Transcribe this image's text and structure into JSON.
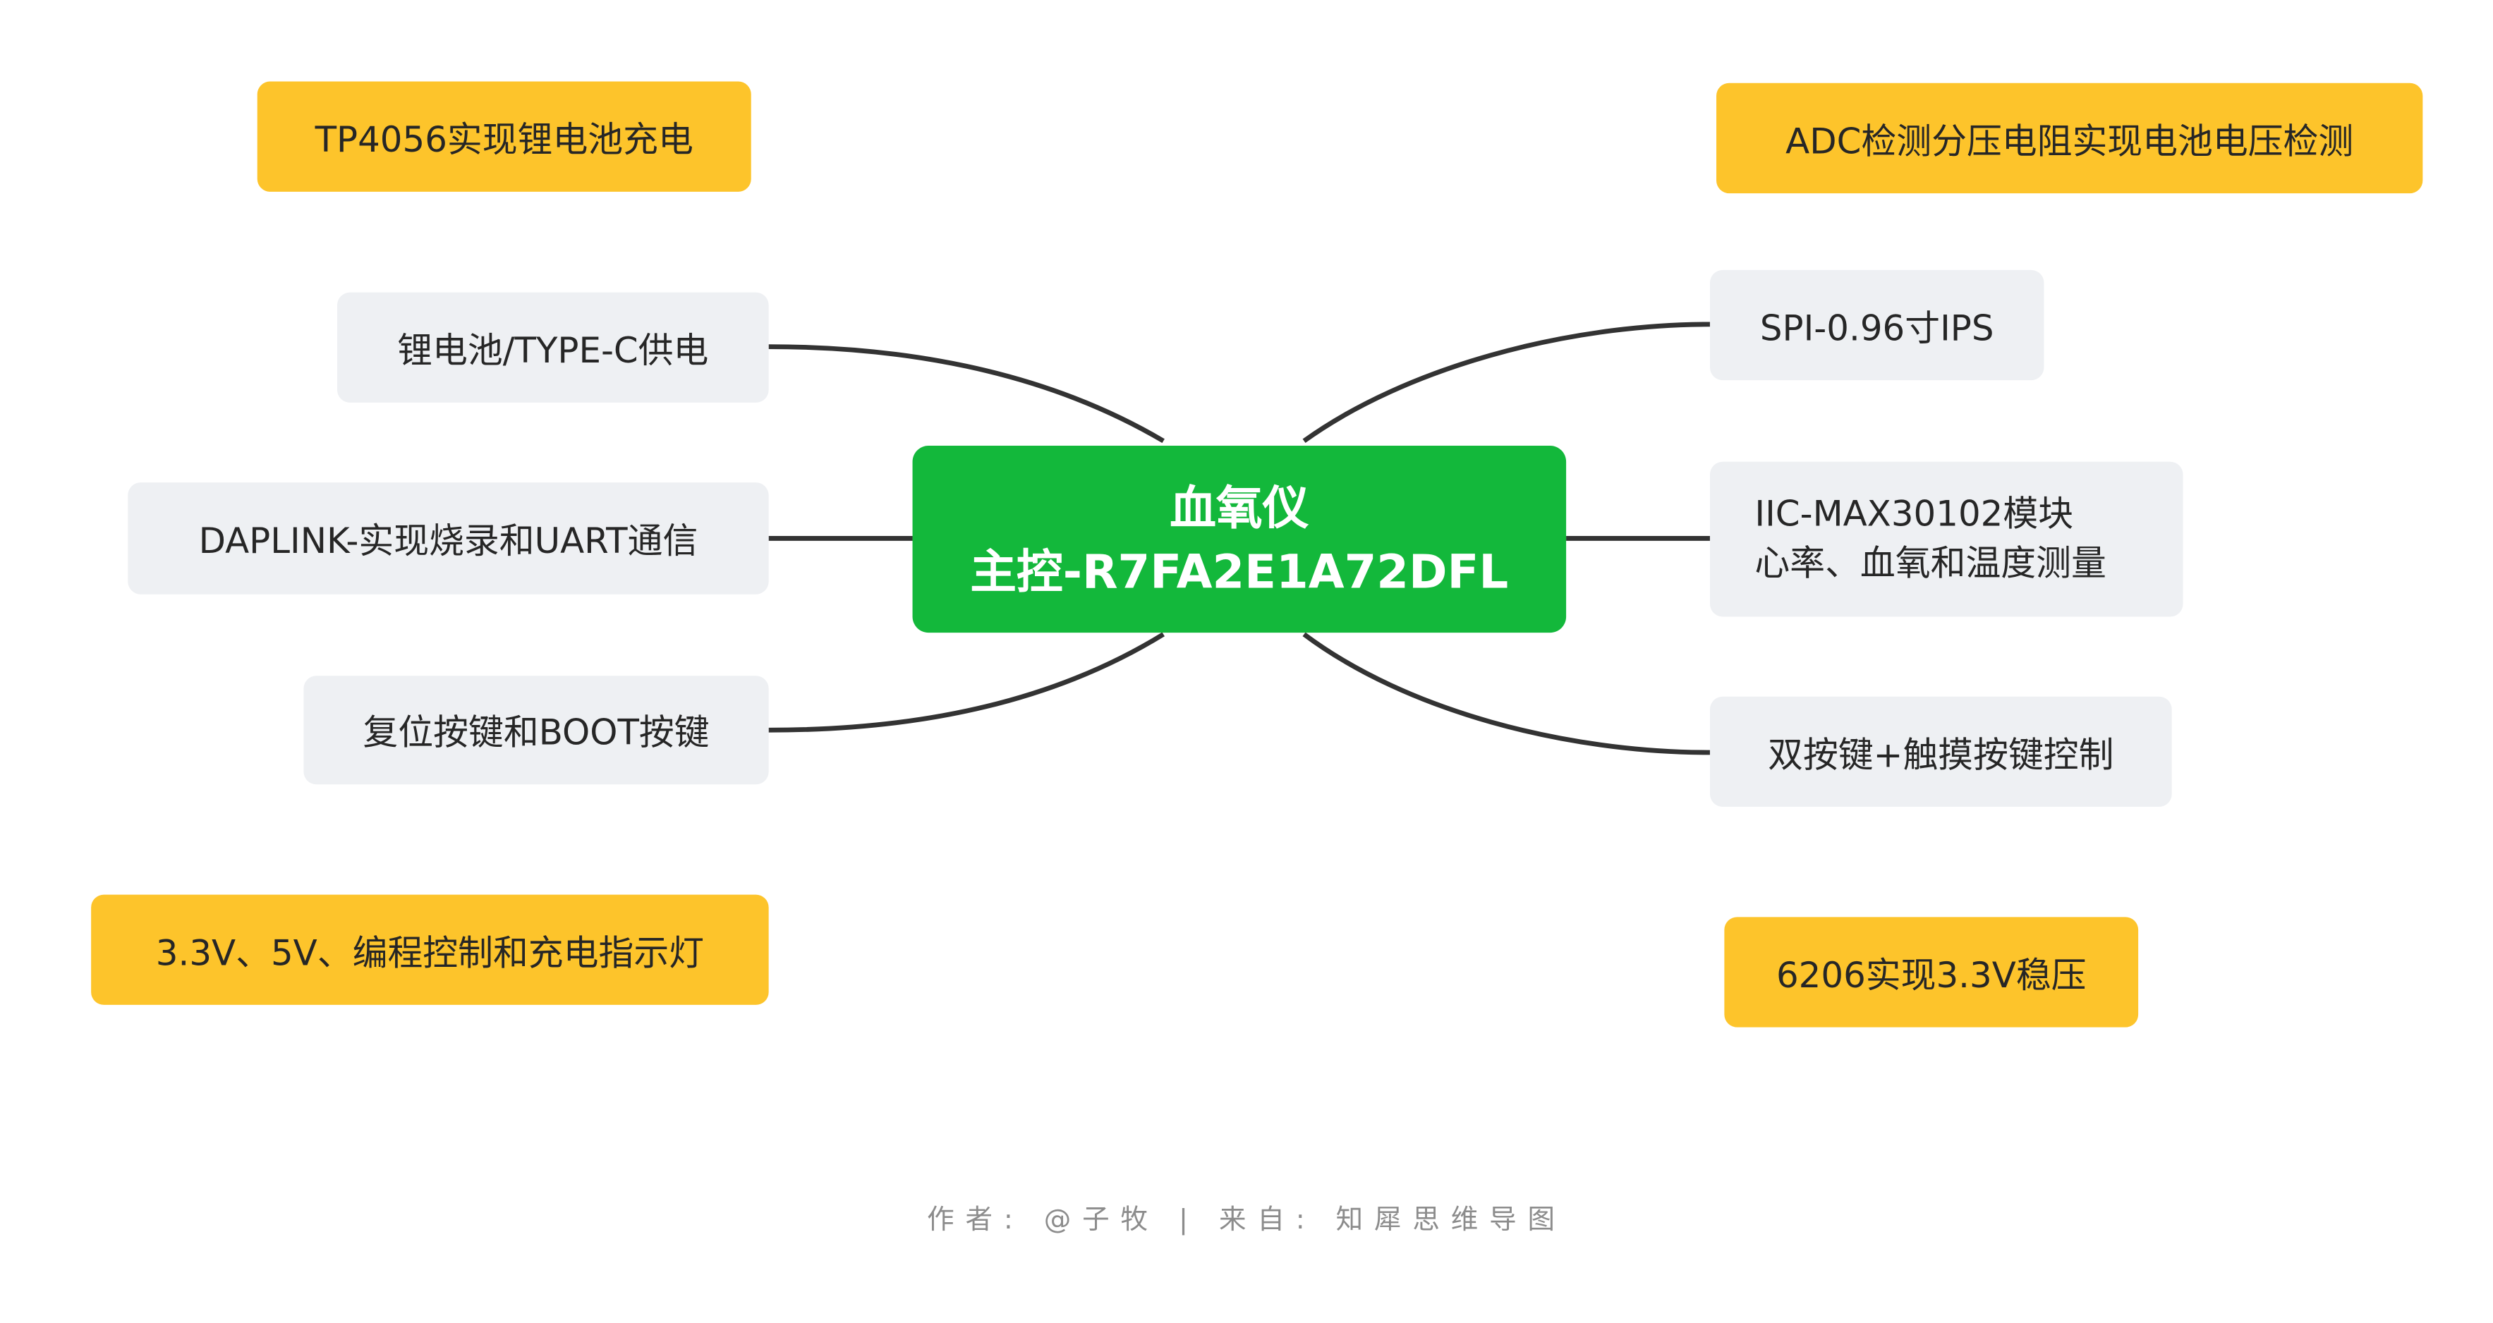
{
  "center": {
    "line1": "血氧仪",
    "line2": "主控-R7FA2E1A72DFL"
  },
  "left_nodes": {
    "charge": "TP4056实现锂电池充电",
    "power": "锂电池/TYPE-C供电",
    "daplink": "DAPLINK-实现烧录和UART通信",
    "keys": "复位按键和BOOT按键",
    "leds": "3.3V、5V、编程控制和充电指示灯"
  },
  "right_nodes": {
    "adc": "ADC检测分压电阻实现电池电压检测",
    "spi": "SPI-0.96寸IPS",
    "iic_line1": "IIC-MAX30102模块",
    "iic_line2": "心率、血氧和温度测量",
    "buttons": "双按键+触摸按键控制",
    "ldo": "6206实现3.3V稳压"
  },
  "footer": {
    "author_label": "作者:",
    "author": "@子牧",
    "separator": "|",
    "source_label": "来自:",
    "source": "知犀思维导图"
  },
  "colors": {
    "center": "#13b83b",
    "branch": "#eef0f3",
    "note": "#fdc42b",
    "connector": "#333333"
  }
}
